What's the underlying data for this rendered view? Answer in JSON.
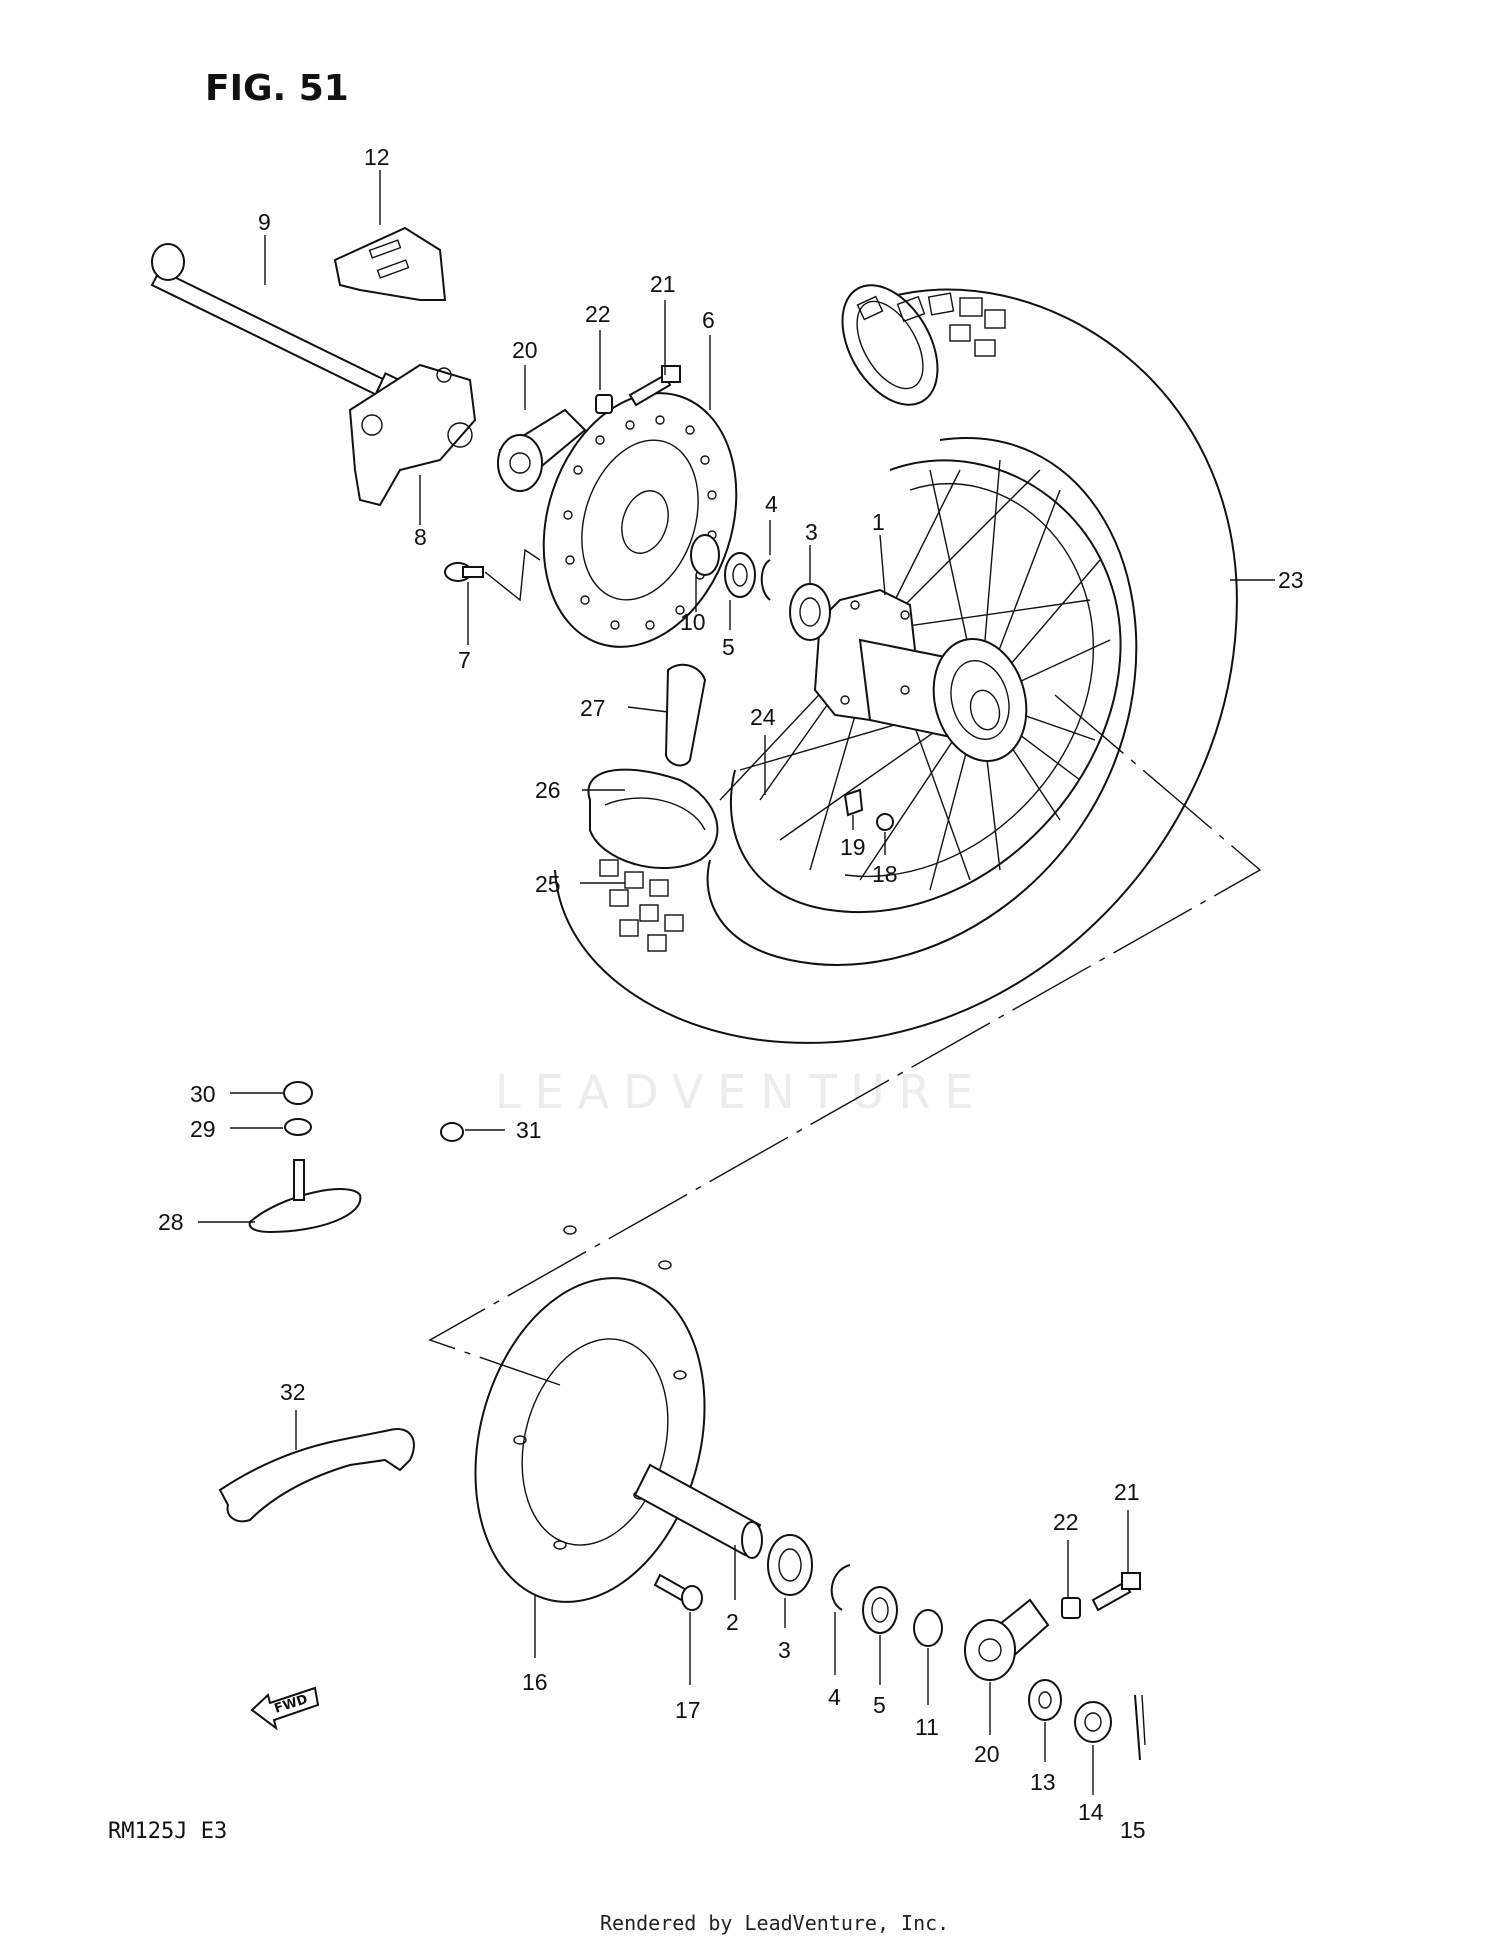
{
  "figure": {
    "title": "FIG. 51",
    "model_code": "RM125J  E3",
    "footer": "Rendered by LeadVenture, Inc.",
    "watermark": "LEADVENTURE",
    "fwd_marker": "FWD"
  },
  "parts": [
    {
      "number": "1"
    },
    {
      "number": "2"
    },
    {
      "number": "3"
    },
    {
      "number": "4"
    },
    {
      "number": "5"
    },
    {
      "number": "6"
    },
    {
      "number": "7"
    },
    {
      "number": "8"
    },
    {
      "number": "9"
    },
    {
      "number": "10"
    },
    {
      "number": "11"
    },
    {
      "number": "12"
    },
    {
      "number": "13"
    },
    {
      "number": "14"
    },
    {
      "number": "15"
    },
    {
      "number": "16"
    },
    {
      "number": "17"
    },
    {
      "number": "18"
    },
    {
      "number": "19"
    },
    {
      "number": "20"
    },
    {
      "number": "21"
    },
    {
      "number": "22"
    },
    {
      "number": "23"
    },
    {
      "number": "24"
    },
    {
      "number": "25"
    },
    {
      "number": "26"
    },
    {
      "number": "27"
    },
    {
      "number": "28"
    },
    {
      "number": "29"
    },
    {
      "number": "30"
    },
    {
      "number": "31"
    },
    {
      "number": "32"
    }
  ]
}
